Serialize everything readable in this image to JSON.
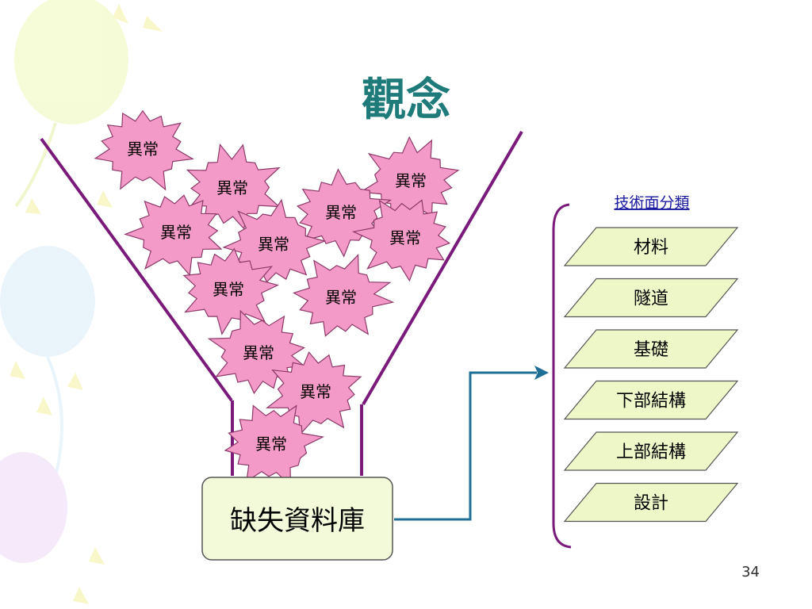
{
  "title": "觀念",
  "burst_label": "異常",
  "burst_count": 12,
  "database_label": "缺失資料庫",
  "category_heading": "技術面分類",
  "categories": [
    "材料",
    "隧道",
    "基礎",
    "下部結構",
    "上部結構",
    "設計"
  ],
  "page_number": "34",
  "colors": {
    "title": "#1f7a7a",
    "funnel": "#7a1a7a",
    "burst_fill": "#f49ac8",
    "burst_stroke": "#8c3a6a",
    "category_fill": "#eef7c8",
    "database_fill": "#f2fad9",
    "arrow": "#1e6f96",
    "heading_link": "#1a1aa0"
  }
}
